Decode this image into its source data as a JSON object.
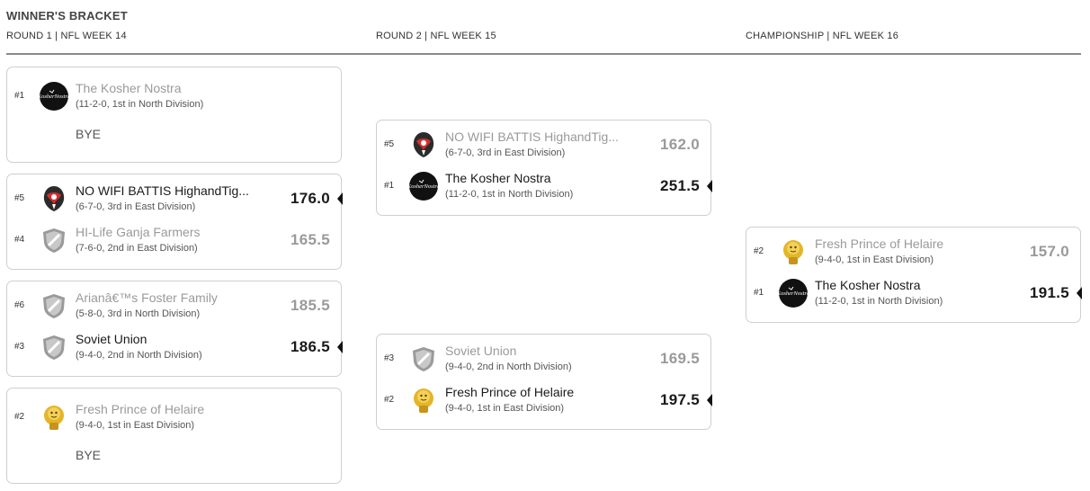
{
  "header": {
    "title": "WINNER'S BRACKET",
    "rounds": [
      "ROUND 1 | NFL WEEK 14",
      "ROUND 2 | NFL WEEK 15",
      "CHAMPIONSHIP | NFL WEEK 16"
    ]
  },
  "bye_label": "BYE",
  "round1": [
    {
      "bye": true,
      "teams": [
        {
          "seed": "#1",
          "name": "The Kosher Nostra",
          "record": "(11-2-0, 1st in North Division)",
          "logo": "kosher-nostra-logo",
          "result": "bye"
        }
      ]
    },
    {
      "teams": [
        {
          "seed": "#5",
          "name": "NO WIFI BATTIS HighandTig...",
          "record": "(6-7-0, 3rd in East Division)",
          "logo": "red-helmet-logo",
          "score": "176.0",
          "result": "winner"
        },
        {
          "seed": "#4",
          "name": "HI-Life Ganja Farmers",
          "record": "(7-6-0, 2nd in East Division)",
          "logo": "shield-logo",
          "score": "165.5",
          "result": "loser"
        }
      ]
    },
    {
      "teams": [
        {
          "seed": "#6",
          "name": "Arianâ€™s Foster Family",
          "record": "(5-8-0, 3rd in North Division)",
          "logo": "shield-logo",
          "score": "185.5",
          "result": "loser"
        },
        {
          "seed": "#3",
          "name": "Soviet Union",
          "record": "(9-4-0, 2nd in North Division)",
          "logo": "shield-logo",
          "score": "186.5",
          "result": "winner"
        }
      ]
    },
    {
      "bye": true,
      "teams": [
        {
          "seed": "#2",
          "name": "Fresh Prince of Helaire",
          "record": "(9-4-0, 1st in East Division)",
          "logo": "gold-figure-logo",
          "result": "bye"
        }
      ]
    }
  ],
  "round2": [
    {
      "teams": [
        {
          "seed": "#5",
          "name": "NO WIFI BATTIS HighandTig...",
          "record": "(6-7-0, 3rd in East Division)",
          "logo": "red-helmet-logo",
          "score": "162.0",
          "result": "loser"
        },
        {
          "seed": "#1",
          "name": "The Kosher Nostra",
          "record": "(11-2-0, 1st in North Division)",
          "logo": "kosher-nostra-logo",
          "score": "251.5",
          "result": "winner"
        }
      ]
    },
    {
      "teams": [
        {
          "seed": "#3",
          "name": "Soviet Union",
          "record": "(9-4-0, 2nd in North Division)",
          "logo": "shield-logo",
          "score": "169.5",
          "result": "loser"
        },
        {
          "seed": "#2",
          "name": "Fresh Prince of Helaire",
          "record": "(9-4-0, 1st in East Division)",
          "logo": "gold-figure-logo",
          "score": "197.5",
          "result": "winner"
        }
      ]
    }
  ],
  "championship": [
    {
      "teams": [
        {
          "seed": "#2",
          "name": "Fresh Prince of Helaire",
          "record": "(9-4-0, 1st in East Division)",
          "logo": "gold-figure-logo",
          "score": "157.0",
          "result": "loser"
        },
        {
          "seed": "#1",
          "name": "The Kosher Nostra",
          "record": "(11-2-0, 1st in North Division)",
          "logo": "kosher-nostra-logo",
          "score": "191.5",
          "result": "winner"
        }
      ]
    }
  ],
  "colors": {
    "winner_text": "#1a1a1a",
    "loser_text": "#9a9a9a",
    "card_border": "#cfcfcf",
    "divider": "#8a8a8a"
  }
}
